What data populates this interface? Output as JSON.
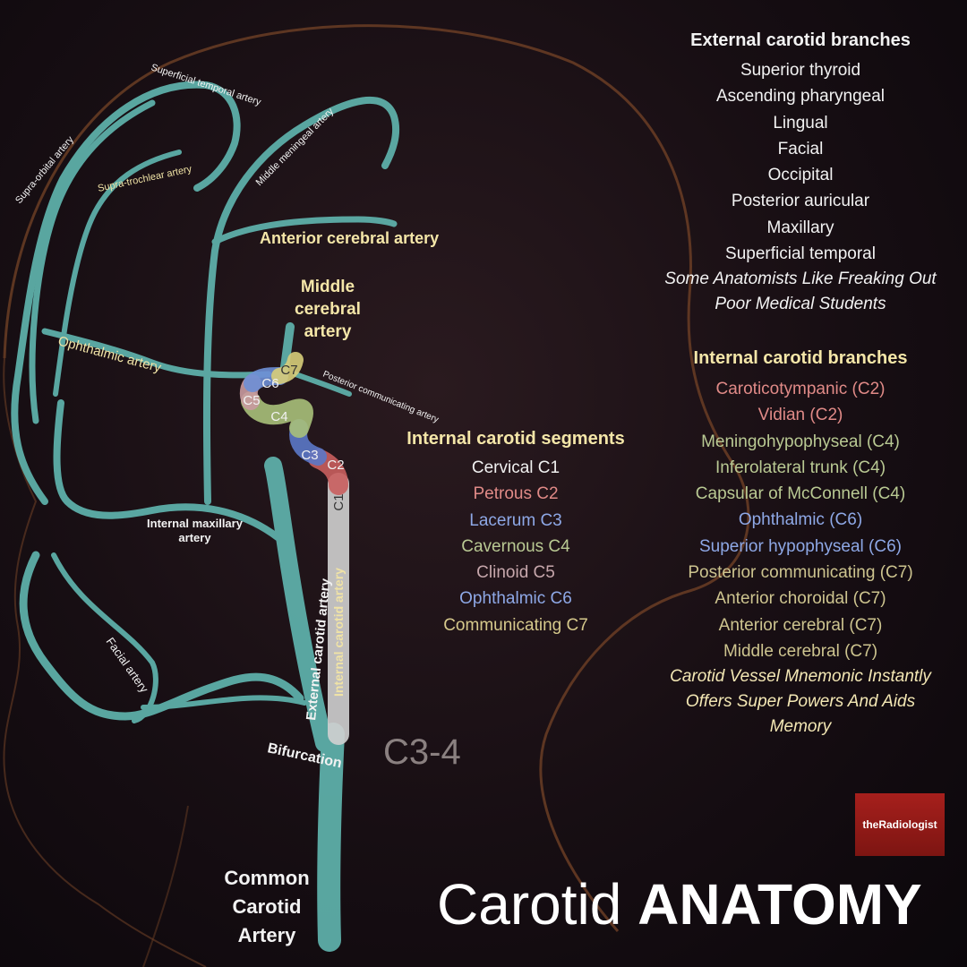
{
  "title": {
    "light": "Carotid",
    "bold": "ANATOMY"
  },
  "logo": "theRadiologist",
  "bifurcation_level": "C3-4",
  "vessel_labels": {
    "superficial_temporal": "Superficial temporal artery",
    "supra_orbital": "Supra-orbital artery",
    "supra_trochlear": "Supra-trochlear artery",
    "middle_meningeal": "Middle meningeal artery",
    "anterior_cerebral": "Anterior cerebral artery",
    "middle_cerebral": "Middle cerebral artery",
    "ophthalmic": "Ophthalmic artery",
    "posterior_communicating": "Posterior communicating artery",
    "internal_maxillary": "Internal maxillary artery",
    "facial": "Facial artery",
    "external_carotid": "External carotid artery",
    "internal_carotid": "Internal carotid artery",
    "bifurcation": "Bifurcation",
    "common_carotid": "Common Carotid Artery"
  },
  "segment_markers": [
    "C1",
    "C2",
    "C3",
    "C4",
    "C5",
    "C6",
    "C7"
  ],
  "colors": {
    "vessel": "#5fb3ad",
    "c1": "#d0d0d0",
    "c2": "#c95e5e",
    "c3": "#5b78c8",
    "c4": "#a8c07a",
    "c5": "#c99aa0",
    "c6": "#6e8fd6",
    "c7": "#d7cd7a"
  },
  "external_branches": {
    "heading": "External carotid branches",
    "items": [
      "Superior thyroid",
      "Ascending pharyngeal",
      "Lingual",
      "Facial",
      "Occipital",
      "Posterior auricular",
      "Maxillary",
      "Superficial temporal"
    ],
    "mnemonic": [
      "Some Anatomists Like Freaking Out",
      "Poor Medical Students"
    ]
  },
  "internal_segments": {
    "heading": "Internal carotid segments",
    "items": [
      "Cervical C1",
      "Petrous C2",
      "Lacerum C3",
      "Cavernous C4",
      "Clinoid C5",
      "Ophthalmic C6",
      "Communicating C7"
    ]
  },
  "internal_branches": {
    "heading": "Internal carotid branches",
    "items": [
      "Caroticotympanic (C2)",
      "Vidian (C2)",
      "Meningohypophyseal (C4)",
      "Inferolateral trunk (C4)",
      "Capsular of McConnell (C4)",
      "Ophthalmic (C6)",
      "Superior hypophyseal (C6)",
      "Posterior communicating (C7)",
      "Anterior choroidal (C7)",
      "Anterior cerebral (C7)",
      "Middle cerebral (C7)"
    ],
    "mnemonic": [
      "Carotid Vessel Mnemonic Instantly",
      "Offers Super Powers And Aids",
      "Memory"
    ]
  }
}
